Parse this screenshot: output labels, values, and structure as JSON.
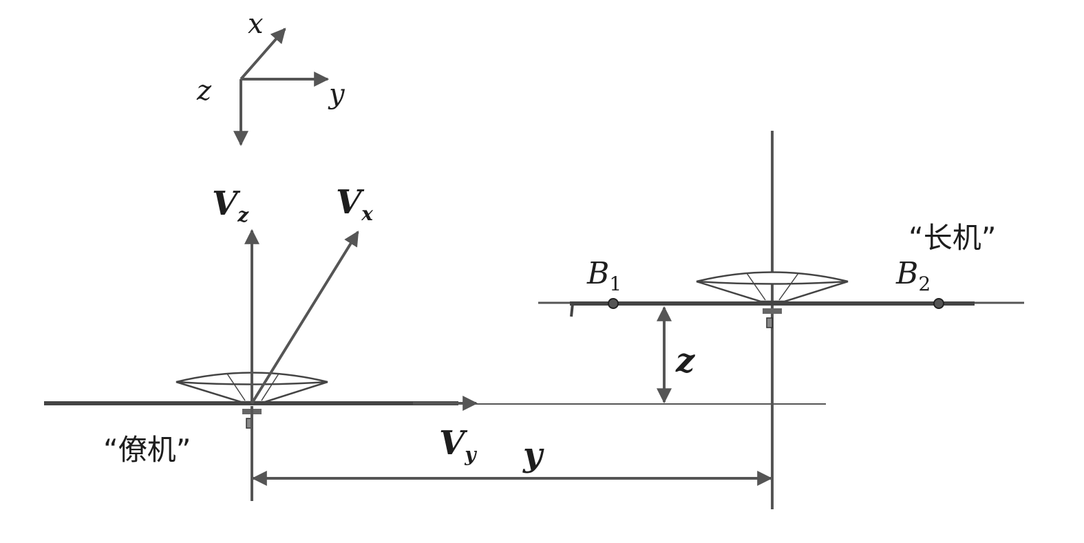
{
  "axes": {
    "x": "x",
    "y": "y",
    "z": "z"
  },
  "velocity": {
    "base": "V",
    "z": "z",
    "x": "x",
    "y": "y"
  },
  "leader": {
    "label": "“长机”",
    "mount1_base": "B",
    "mount1_sub": "1",
    "mount2_base": "B",
    "mount2_sub": "2"
  },
  "wingman": {
    "label": "“僚机”"
  },
  "distances": {
    "z": "z",
    "y": "y"
  },
  "colors": {
    "line": "#555555",
    "text": "#1e1e1e",
    "rotor": "#444444"
  }
}
